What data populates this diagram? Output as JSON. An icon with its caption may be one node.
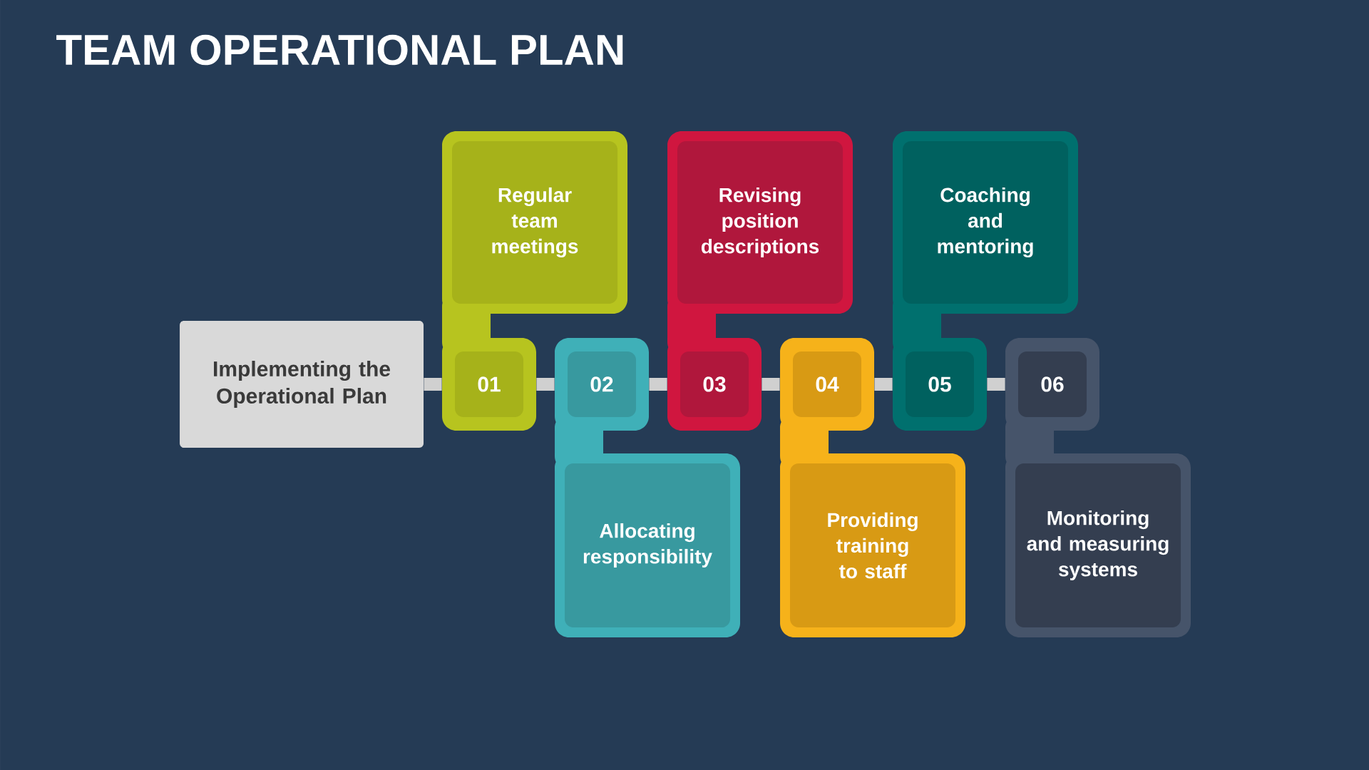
{
  "diagram": {
    "title": "TEAM OPERATIONAL PLAN",
    "nodes": [
      {
        "text": [
          "Implementing the Operational Plan"
        ]
      },
      {
        "text": [
          "01"
        ]
      },
      {
        "text": [
          "Regular team meetings"
        ]
      },
      {
        "text": [
          "02"
        ]
      },
      {
        "text": [
          "Allocating responsibility"
        ]
      },
      {
        "text": [
          "03"
        ]
      },
      {
        "text": [
          "Revising position descriptions"
        ]
      },
      {
        "text": [
          "04"
        ]
      },
      {
        "text": [
          "Providing training to staff"
        ]
      },
      {
        "text": [
          "05"
        ]
      },
      {
        "text": [
          "Coaching and mentoring"
        ]
      },
      {
        "text": [
          "06"
        ]
      },
      {
        "text": [
          "Monitoring and measuring systems"
        ]
      }
    ],
    "edges": [
      {
        "from": 0,
        "to": 1,
        "arrow": "none"
      },
      {
        "from": 1,
        "to": 3,
        "arrow": "none"
      },
      {
        "from": 3,
        "to": 5,
        "arrow": "none"
      },
      {
        "from": 5,
        "to": 7,
        "arrow": "none"
      },
      {
        "from": 7,
        "to": 9,
        "arrow": "none"
      },
      {
        "from": 9,
        "to": 11,
        "arrow": "none"
      }
    ]
  }
}
